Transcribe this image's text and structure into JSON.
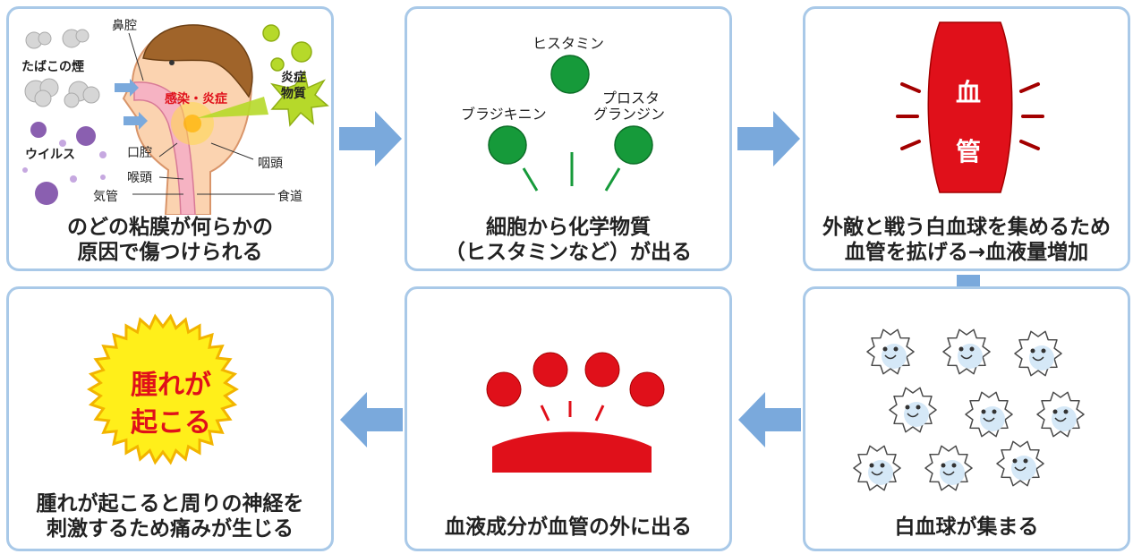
{
  "panels": {
    "p1": {
      "caption_line1": "のどの粘膜が何らかの",
      "caption_line2": "原因で傷つけられる",
      "labels": {
        "nasal_cavity": "鼻腔",
        "tobacco_smoke": "たばこの煙",
        "infection": "感染・炎症",
        "inflammatory_substance_1": "炎症",
        "inflammatory_substance_2": "物質",
        "virus": "ウイルス",
        "oral_cavity": "口腔",
        "pharynx": "咽頭",
        "larynx": "喉頭",
        "trachea": "気管",
        "esophagus": "食道"
      }
    },
    "p2": {
      "caption_line1": "細胞から化学物質",
      "caption_line2": "（ヒスタミンなど）が出る",
      "labels": {
        "histamine": "ヒスタミン",
        "bradykinin": "ブラジキニン",
        "prostaglandin_1": "プロスタ",
        "prostaglandin_2": "グランジン"
      }
    },
    "p3": {
      "caption_line1": "外敵と戦う白血球を集めるため",
      "caption_line2": "血管を拡げる→血液量増加",
      "vessel_char_1": "血",
      "vessel_char_2": "管"
    },
    "p4": {
      "caption": "白血球が集まる"
    },
    "p5": {
      "caption": "血液成分が血管の外に出る"
    },
    "p6": {
      "caption_line1": "腫れが起こると周りの神経を",
      "caption_line2": "刺激するため痛みが生じる",
      "burst_line1": "腫れが",
      "burst_line2": "起こる"
    }
  },
  "colors": {
    "panel_border": "#a9c9e8",
    "arrow": "#7aa9dc",
    "green_cell": "#169a3a",
    "red": "#e0101a",
    "burst_yellow": "#ffef1a",
    "burst_orange": "#f2b400"
  }
}
